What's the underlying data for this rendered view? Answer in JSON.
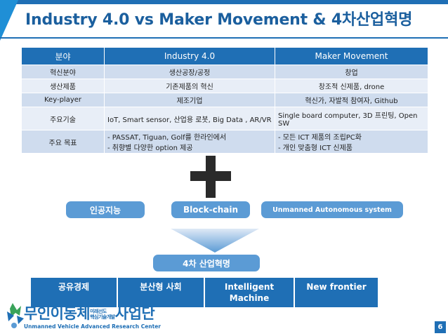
{
  "title": "Industry 4.0 vs Maker Movement & 4차산업혁명",
  "table": {
    "headers": [
      "분야",
      "Industry 4.0",
      "Maker Movement"
    ],
    "rows": [
      {
        "label": "혁신분야",
        "industry": "생산공장/공정",
        "maker": "창업"
      },
      {
        "label": "생산제품",
        "industry": "기존제품의 혁신",
        "maker": "창조적 신제품, drone"
      },
      {
        "label": "Key-player",
        "industry": "제조기업",
        "maker": "혁신가, 자발적 참여자, Github"
      },
      {
        "label": "주요기술",
        "industry": "IoT, Smart sensor, 산업용 로봇, Big Data , AR/VR",
        "maker": "Single board computer, 3D 프린팅, Open SW"
      },
      {
        "label": "주요 목표",
        "industry_lines": [
          "-    PASSAT, Tiguan, Golf를 한라인에서",
          "-    취향별 다양한 option 제공"
        ],
        "maker_lines": [
          "-    모든 ICT 제품의 조립PC화",
          "-    개인 맞춤형 ICT 신제품"
        ]
      }
    ]
  },
  "tech_pills": [
    "인공지능",
    "Block-chain",
    "Unmanned Autonomous system"
  ],
  "result_label": "4차 산업혁명",
  "outcomes": [
    "공유경제",
    "분산형 사회",
    "Intelligent Machine",
    "New frontier"
  ],
  "logo": {
    "korean": "무인이동체",
    "korean_small_1": "미래선도",
    "korean_small_2": "핵심기술개발",
    "korean_tail": "사업단",
    "english": "Unmanned Vehicle Advanced Research Center"
  },
  "page_number": "6",
  "colors": {
    "primary": "#1f6fb5",
    "pill": "#5b9bd5",
    "row_odd": "#cfdcee",
    "row_even": "#e8eef7"
  }
}
